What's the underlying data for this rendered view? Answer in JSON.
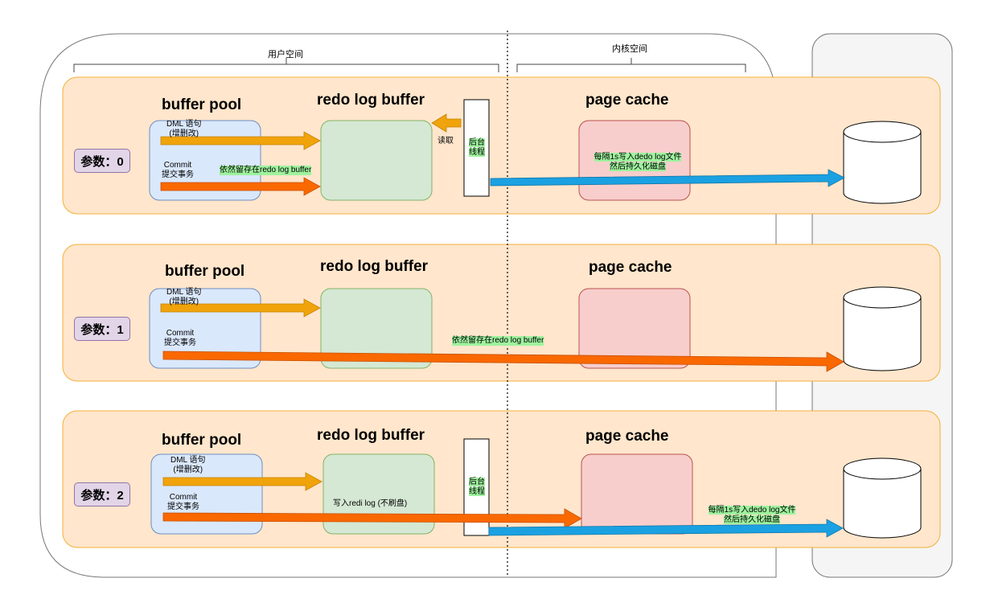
{
  "regions": {
    "user_space": "用户空间",
    "kernel_space": "内核空间"
  },
  "titles": {
    "buffer_pool": "buffer pool",
    "redo_log_buffer": "redo log buffer",
    "page_cache": "page cache"
  },
  "rows": [
    {
      "param": "参数：0",
      "dml": "DML 语句",
      "dml_sub": "(增删改)",
      "commit": "Commit",
      "commit_sub": "提交事务",
      "note_buffer": "依然留存在redo log buffer",
      "read_label": "读取",
      "thread_label_1": "后台",
      "thread_label_2": "线程",
      "page_note_1": "每隔1s写入dedo log文件",
      "page_note_2": "然后持久化磁盘"
    },
    {
      "param": "参数：1",
      "dml": "DML 语句",
      "dml_sub": "(增删改)",
      "commit": "Commit",
      "commit_sub": "提交事务",
      "note_buffer": "依然留存在redo log buffer"
    },
    {
      "param": "参数：2",
      "dml": "DML 语句",
      "dml_sub": "(增删改)",
      "commit": "Commit",
      "commit_sub": "提交事务",
      "note_write": "写入redi log (不刷盘)",
      "thread_label_1": "后台",
      "thread_label_2": "线程",
      "page_note_1": "每隔1s写入dedo log文件",
      "page_note_2": "然后持久化磁盘"
    }
  ],
  "colors": {
    "row_fill": "#ffe6cc",
    "row_stroke": "#f4b03a",
    "buffer_pool_fill": "#dae8fc",
    "buffer_pool_stroke": "#6c8ebf",
    "redo_fill": "#d5e8d4",
    "redo_stroke": "#82b366",
    "page_cache_fill": "#f8cecc",
    "page_cache_stroke": "#b85450",
    "arrow_orange": "#f0a30a",
    "arrow_red": "#fa6800",
    "arrow_blue": "#1ba1e2"
  }
}
